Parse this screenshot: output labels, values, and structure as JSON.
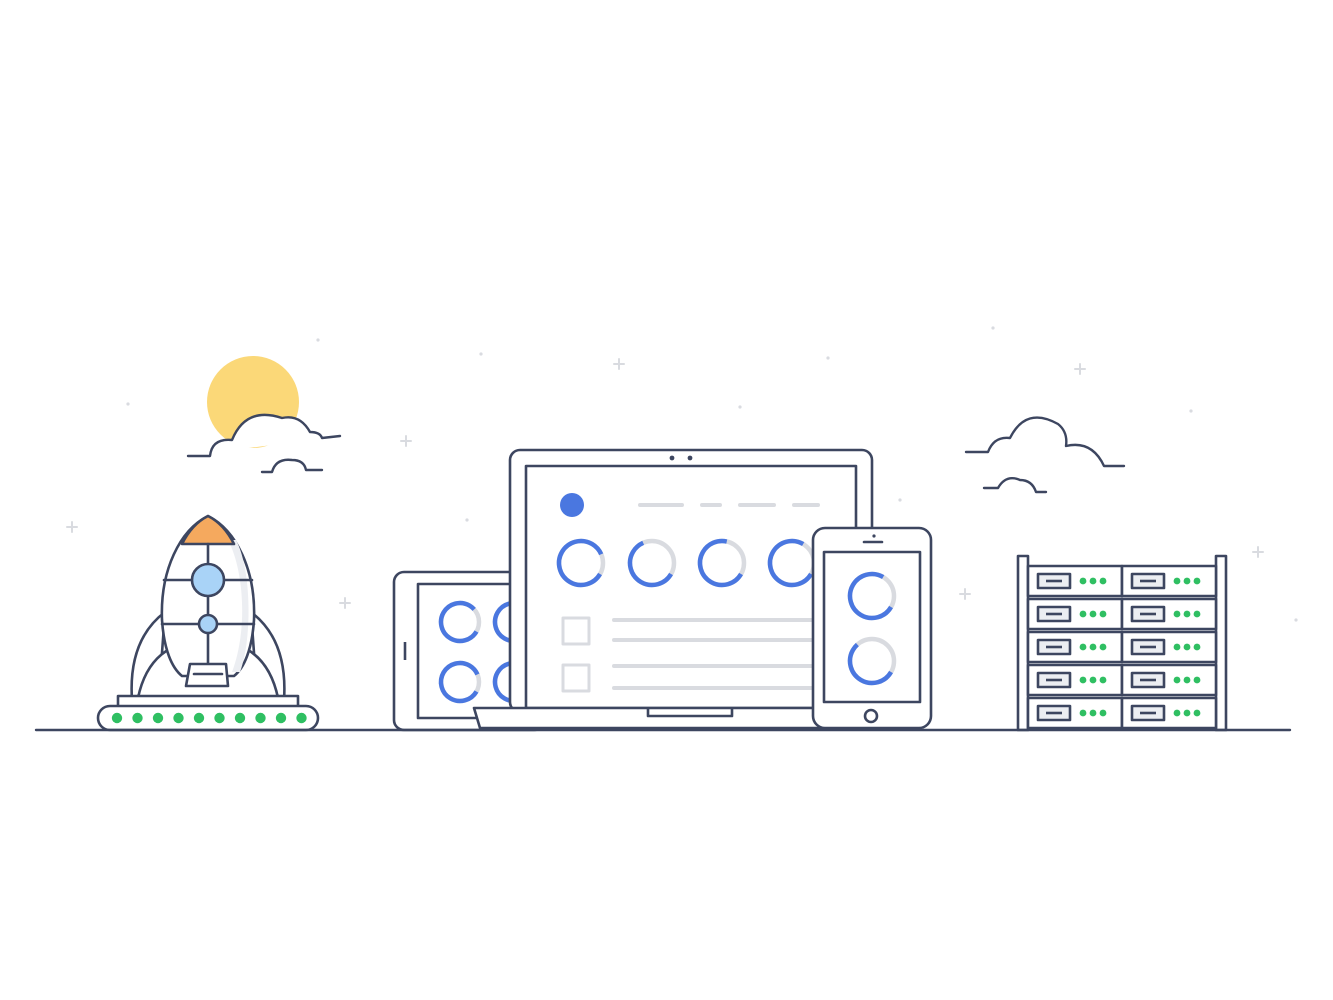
{
  "scene": {
    "elements": [
      "sun",
      "cloud",
      "rocket",
      "launch-pad",
      "tablet",
      "laptop",
      "phone",
      "server-rack",
      "ground-line",
      "sparkles"
    ]
  },
  "colors": {
    "outline": "#3d4660",
    "primary": "#4a77e0",
    "light_gray": "#d9dbe0",
    "pale_gray": "#eceef2",
    "sun": "#fbd878",
    "accent_orange": "#f5a95e",
    "led_green": "#2fbf62",
    "window_blue": "#a9d3f7",
    "background": "#ffffff"
  },
  "progress": {
    "laptop_rings": [
      0.85,
      0.6,
      0.7,
      0.75
    ],
    "tablet_rings": [
      0.8,
      0.85
    ],
    "phone_rings": [
      0.75,
      0.55
    ]
  },
  "counts": {
    "pad_lights": 10,
    "server_units": 5,
    "led_per_unit": 3
  }
}
